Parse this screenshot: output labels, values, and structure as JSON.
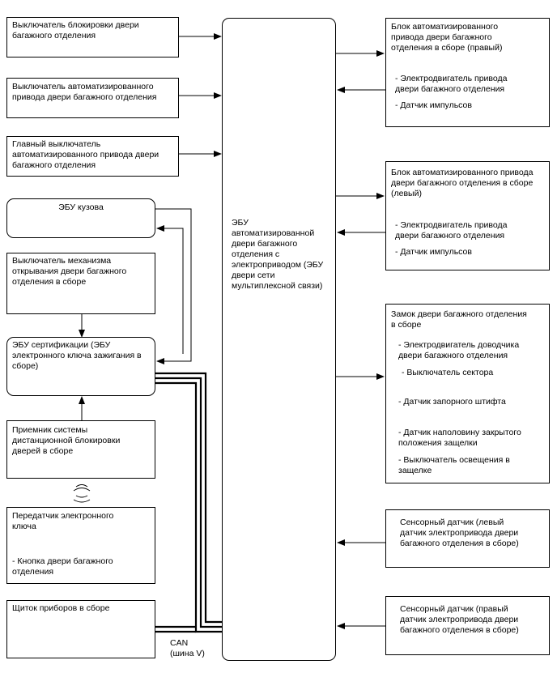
{
  "left": {
    "lock_switch": "Выключатель блокировки двери\nбагажного отделения",
    "power_switch": "Выключатель автоматизированного\nпривода двери багажного отделения",
    "main_switch": "Главный выключатель\nавтоматизированного привода двери\nбагажного отделения",
    "body_ecu": "ЭБУ кузова",
    "opener_switch": "Выключатель механизма\nоткрывания двери багажного\nотделения в сборе",
    "cert_ecu": "ЭБУ сертификации (ЭБУ\nэлектронного ключа зажигания в\nсборе)",
    "receiver": "Приемник системы\nдистанционной блокировки\nдверей в сборе",
    "transmitter_title": "Передатчик электронного\nключа",
    "transmitter_item": "- Кнопка двери багажного\nотделения",
    "meter": "Щиток приборов в сборе"
  },
  "center": {
    "ecu": "ЭБУ\nавтоматизированной\nдвери багажного\nотделения с\nэлектроприводом (ЭБУ\nдвери сети\nмультиплексной связи)"
  },
  "bus": {
    "label": "CAN\n(шина V)"
  },
  "right": {
    "unit_right_title": "Блок автоматизированного\nпривода двери багажного\nотделения в сборе (правый)",
    "unit_right_motor": "- Электродвигатель привода\nдвери багажного отделения",
    "unit_right_pulse": "- Датчик импульсов",
    "unit_left_title": "Блок автоматизированного привода\nдвери багажного отделения в сборе\n(левый)",
    "unit_left_motor": "- Электродвигатель привода\nдвери багажного отделения",
    "unit_left_pulse": "- Датчик импульсов",
    "lock_title": "Замок двери багажного отделения\nв сборе",
    "lock_motor": "- Электродвигатель доводчика\nдвери багажного отделения",
    "lock_sector": "- Выключатель сектора",
    "lock_striker": "- Датчик запорного штифта",
    "lock_half": "- Датчик наполовину закрытого\nположения защелки",
    "lock_light": "- Выключатель освещения в\nзащелке",
    "touch_left": "Сенсорный датчик (левый\nдатчик электропривода двери\nбагажного отделения в сборе)",
    "touch_right": "Сенсорный датчик (правый\nдатчик электропривода двери\nбагажного отделения в сборе)"
  }
}
